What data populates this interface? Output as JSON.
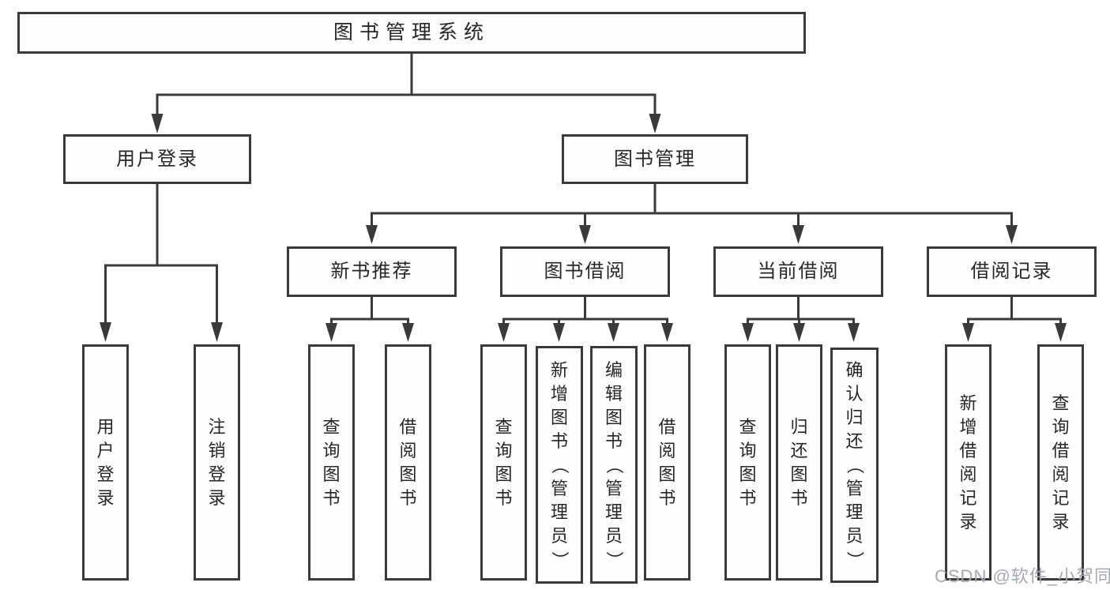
{
  "diagram": {
    "root": {
      "label": "图书管理系统"
    },
    "level2": [
      {
        "id": "user-login",
        "label": "用户登录"
      },
      {
        "id": "book-management",
        "label": "图书管理"
      }
    ],
    "level3": [
      {
        "id": "new-book-recommend",
        "parent": "book-management",
        "label": "新书推荐"
      },
      {
        "id": "book-borrow",
        "parent": "book-management",
        "label": "图书借阅"
      },
      {
        "id": "current-borrow",
        "parent": "book-management",
        "label": "当前借阅"
      },
      {
        "id": "borrow-records",
        "parent": "book-management",
        "label": "借阅记录"
      }
    ],
    "leaves": [
      {
        "parent": "user-login",
        "label": "用户登录"
      },
      {
        "parent": "user-login",
        "label": "注销登录"
      },
      {
        "parent": "new-book-recommend",
        "label": "查询图书"
      },
      {
        "parent": "new-book-recommend",
        "label": "借阅图书"
      },
      {
        "parent": "book-borrow",
        "label": "查询图书"
      },
      {
        "parent": "book-borrow",
        "label": "新增图书（管理员）"
      },
      {
        "parent": "book-borrow",
        "label": "编辑图书（管理员）"
      },
      {
        "parent": "book-borrow",
        "label": "借阅图书"
      },
      {
        "parent": "current-borrow",
        "label": "查询图书"
      },
      {
        "parent": "current-borrow",
        "label": "归还图书"
      },
      {
        "parent": "current-borrow",
        "label": "确认归还（管理员）"
      },
      {
        "parent": "borrow-records",
        "label": "新增借阅记录"
      },
      {
        "parent": "borrow-records",
        "label": "查询借阅记录"
      }
    ],
    "watermark": "CSDN @软件_小贺同学",
    "colors": {
      "line": "#3a3a3a",
      "text": "#262626",
      "box_bg": "#fefefe",
      "watermark": "#a6a9ad",
      "background": "#ffffff"
    }
  }
}
